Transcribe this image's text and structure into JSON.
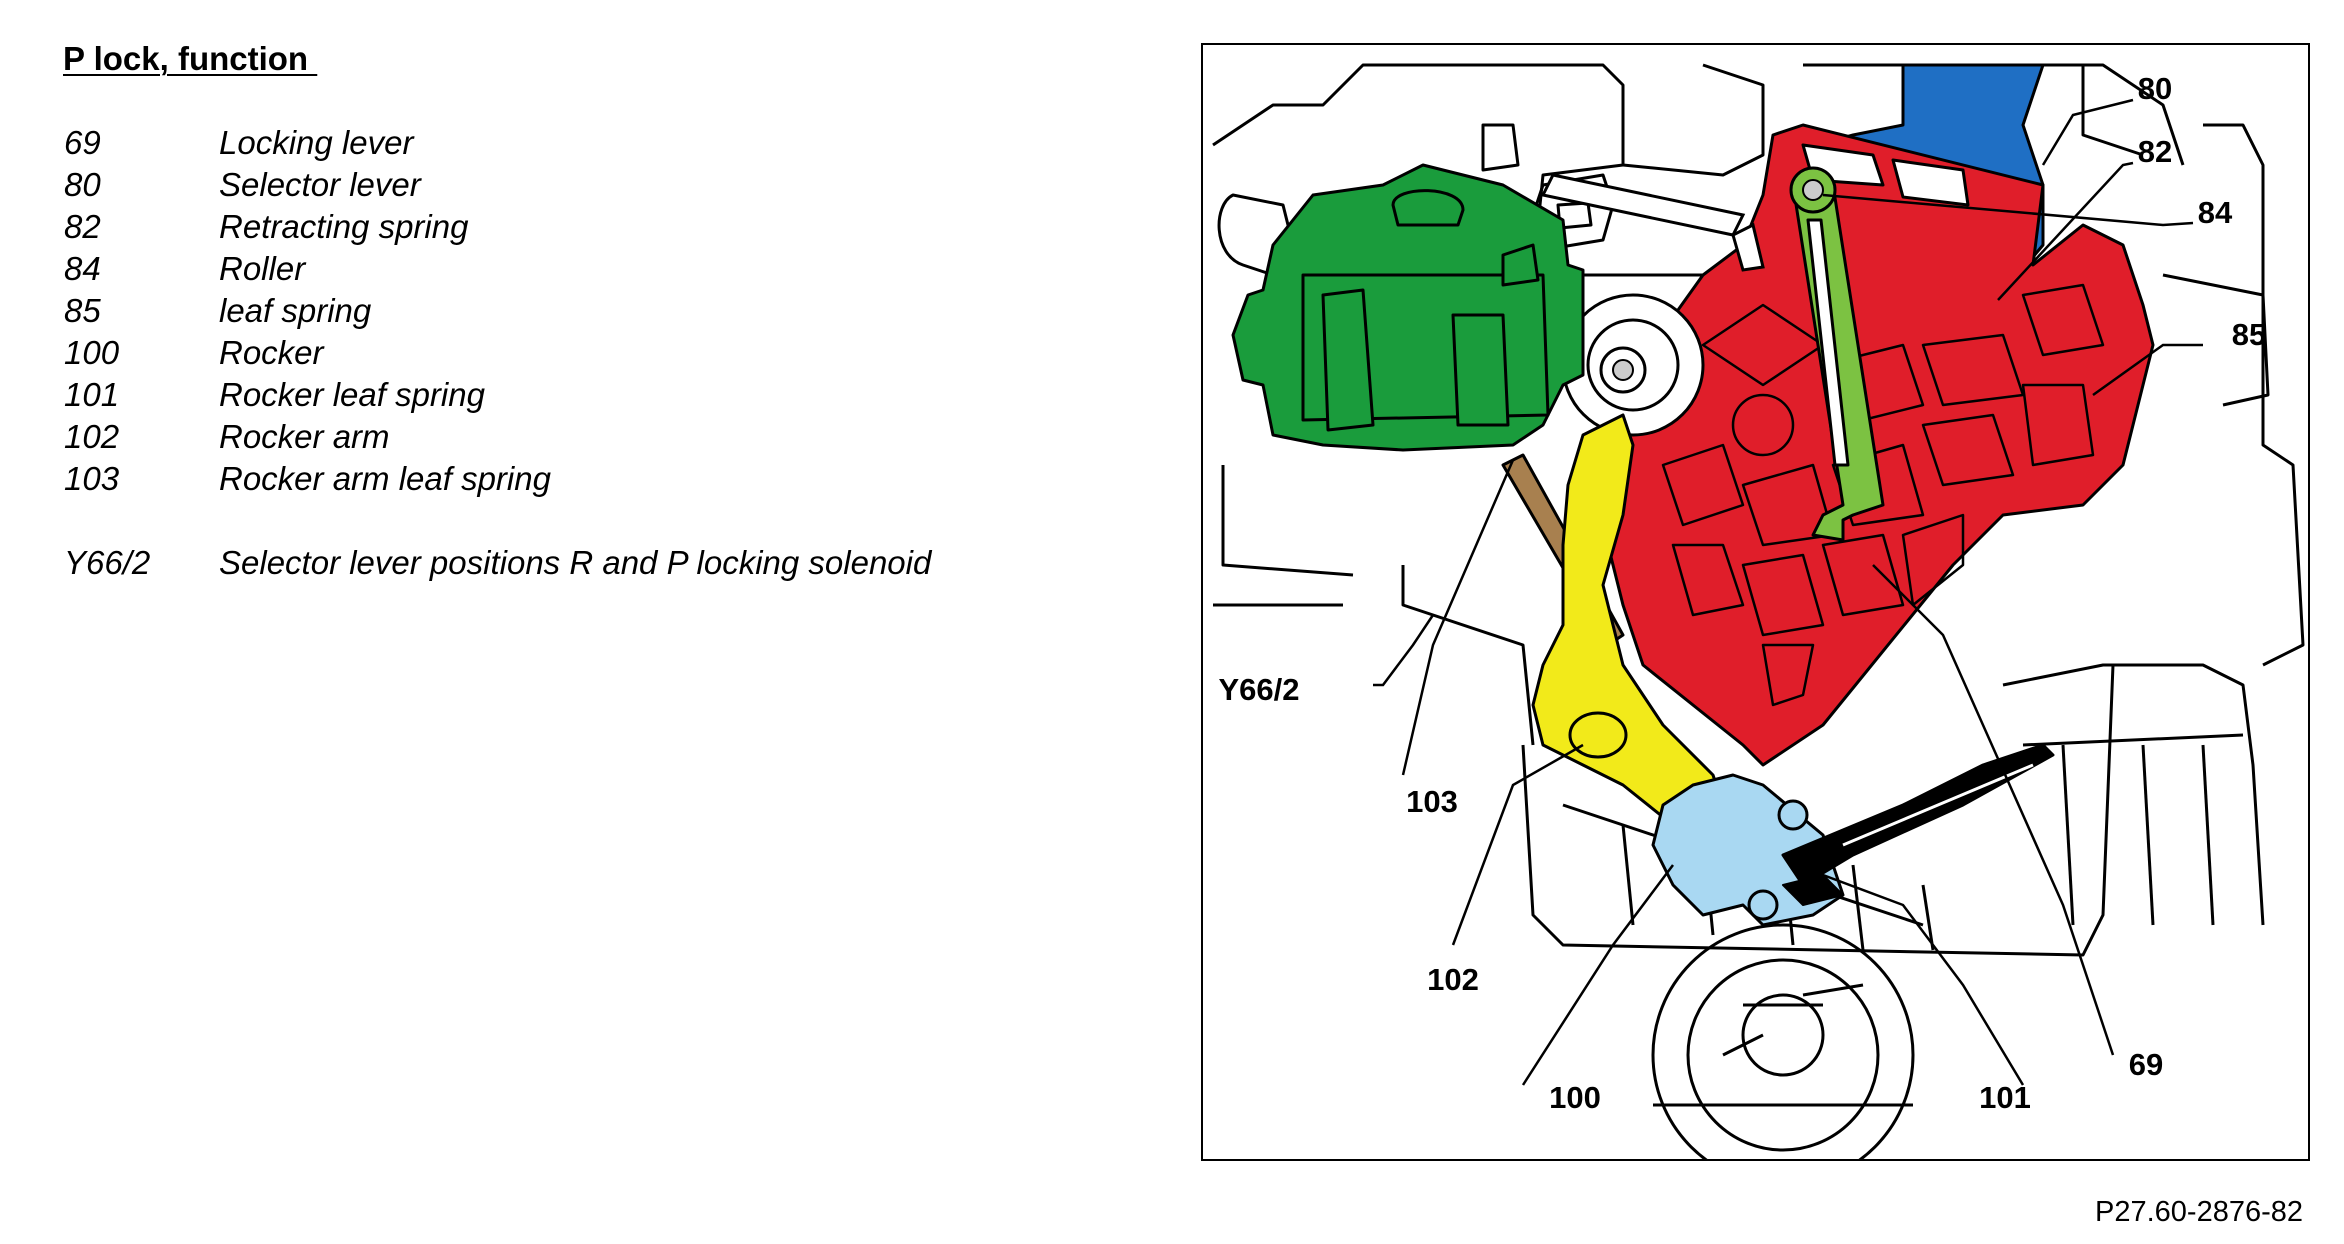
{
  "title": "P lock, function ",
  "legend": [
    {
      "num": "69",
      "label": "Locking lever"
    },
    {
      "num": "80",
      "label": "Selector lever"
    },
    {
      "num": "82",
      "label": "Retracting spring"
    },
    {
      "num": "84",
      "label": "Roller"
    },
    {
      "num": "85",
      "label": "leaf spring"
    },
    {
      "num": "100",
      "label": "Rocker"
    },
    {
      "num": "101",
      "label": "Rocker leaf spring"
    },
    {
      "num": "102",
      "label": "Rocker arm"
    },
    {
      "num": "103",
      "label": "Rocker arm leaf spring"
    }
  ],
  "legend_extra": {
    "num": "Y66/2",
    "label": "Selector lever positions R and P locking solenoid"
  },
  "callouts": {
    "c80": "80",
    "c82": "82",
    "c84": "84",
    "c85": "85",
    "cY66": "Y66/2",
    "c103": "103",
    "c102": "102",
    "c100": "100",
    "c101": "101",
    "c69": "69"
  },
  "figure_ref": "P27.60-2876-82",
  "colors": {
    "selector_lever": "#1f6fc4",
    "locking_lever": "#e01e2a",
    "solenoid": "#1a9c3c",
    "rocker_arm": "#f2ea1a",
    "rocker": "#a9d8f2",
    "leaf_spring": "#7cc242",
    "rocker_arm_leaf_spring": "#a8804f",
    "outline": "#000000"
  }
}
